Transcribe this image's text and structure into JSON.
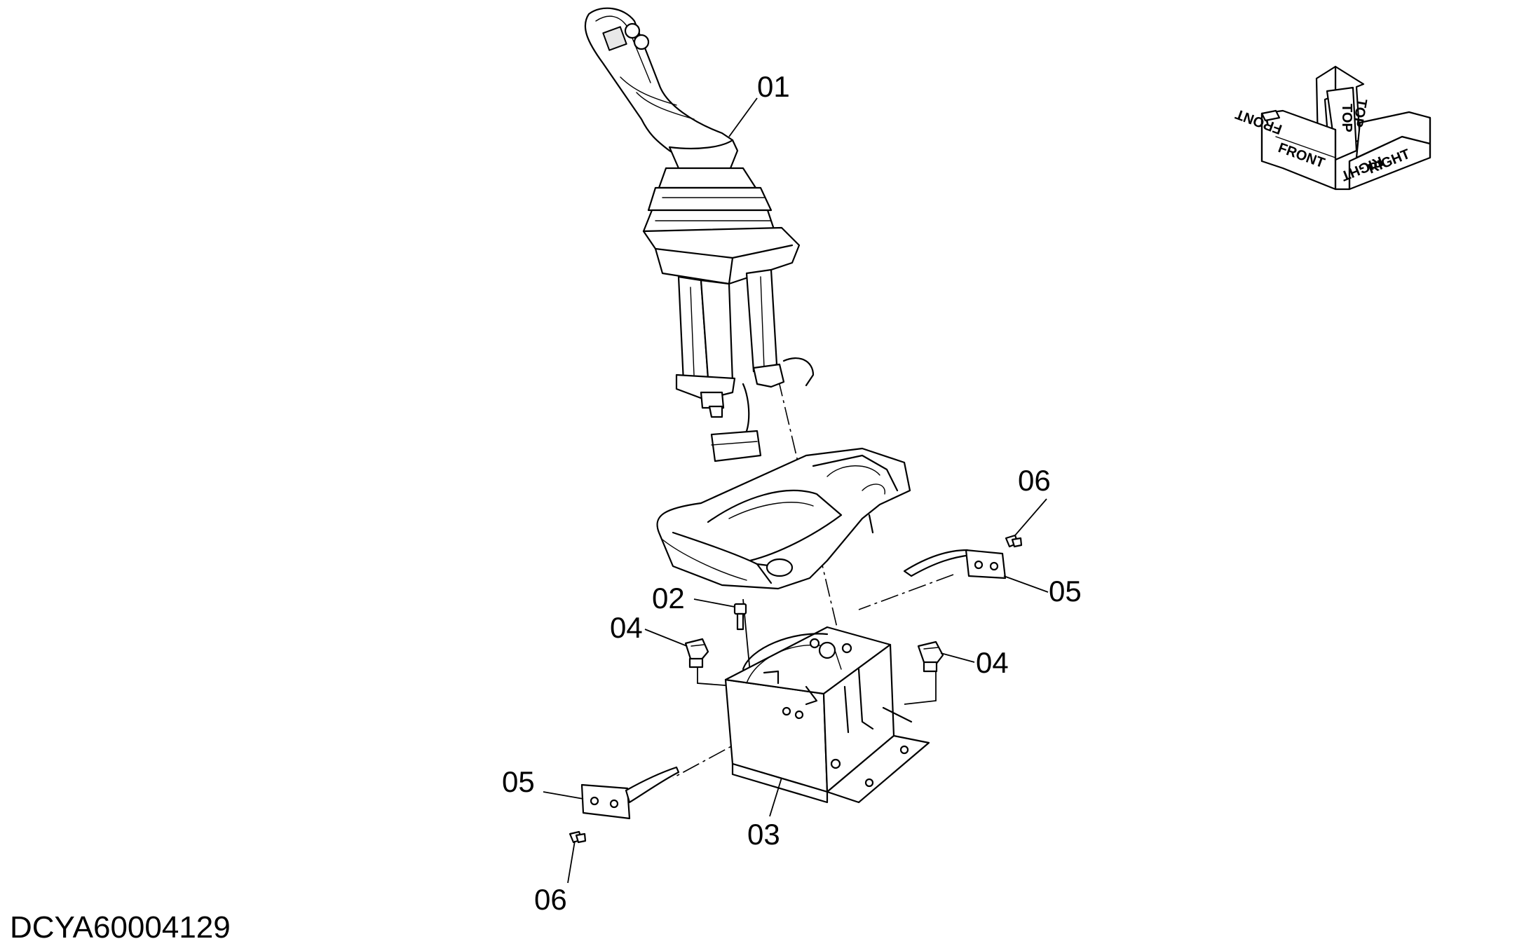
{
  "drawing": {
    "id": "DCYA60004129"
  },
  "callouts": [
    {
      "id": "c01",
      "label": "01"
    },
    {
      "id": "c02",
      "label": "02"
    },
    {
      "id": "c03",
      "label": "03"
    },
    {
      "id": "c04a",
      "label": "04"
    },
    {
      "id": "c04b",
      "label": "04"
    },
    {
      "id": "c05a",
      "label": "05"
    },
    {
      "id": "c05b",
      "label": "05"
    },
    {
      "id": "c06a",
      "label": "06"
    },
    {
      "id": "c06b",
      "label": "06"
    }
  ],
  "orientation": {
    "front": "FRONT",
    "top": "TOP",
    "right": "RIGHT"
  }
}
